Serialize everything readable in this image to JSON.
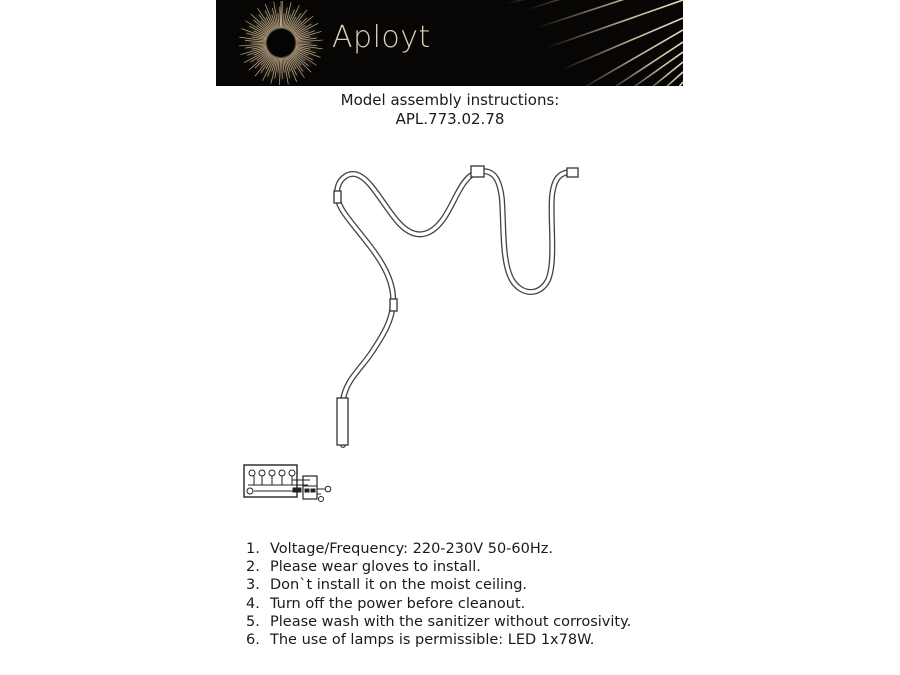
{
  "banner": {
    "brand": "Aployt",
    "colors": {
      "background": "#070605",
      "gold": "#e2cdb0"
    }
  },
  "heading": {
    "line1": "Model assembly instructions:",
    "line2": "APL.773.02.78"
  },
  "drawing": {
    "description": "Line drawing of flexible tube pendant lamp with connectors and wiring terminal block",
    "icons": [
      "flexible-lamp-drawing",
      "wiring-terminal-icon"
    ]
  },
  "instructions": [
    {
      "num": "1.",
      "text": "Voltage/Frequency: 220-230V 50-60Hz."
    },
    {
      "num": "2.",
      "text": "Please wear gloves to install."
    },
    {
      "num": "3.",
      "text": "Don`t install it on the moist ceiling."
    },
    {
      "num": "4.",
      "text": "Turn off the power before cleanout."
    },
    {
      "num": "5.",
      "text": "Please wash with the sanitizer without corrosivity."
    },
    {
      "num": "6.",
      "text": "The use of lamps is permissible: LED 1x78W."
    }
  ]
}
